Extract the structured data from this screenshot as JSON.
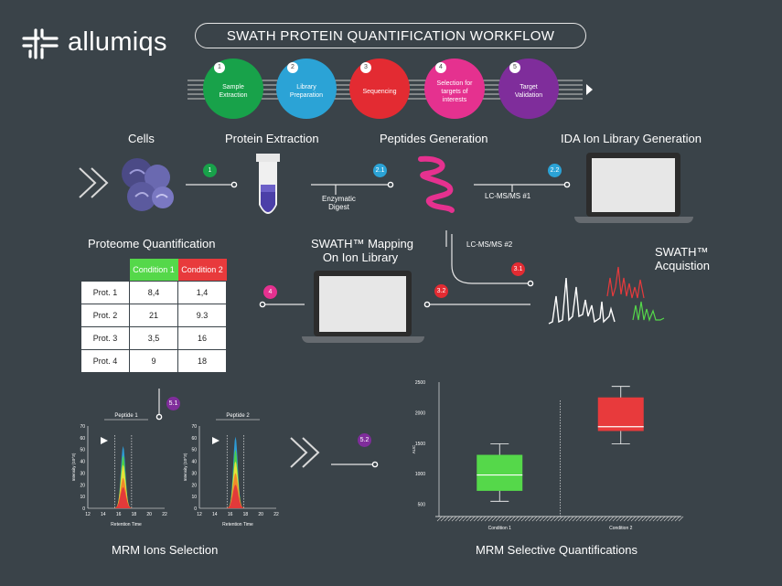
{
  "brand": {
    "name": "allumiqs"
  },
  "workflow": {
    "title": "SWATH PROTEIN QUANTIFICATION WORKFLOW",
    "steps": [
      {
        "num": "1",
        "label": "Sample Extraction",
        "color": "#18a24a"
      },
      {
        "num": "2",
        "label": "Library Preparation",
        "color": "#2ba3d6"
      },
      {
        "num": "3",
        "label": "Sequencing",
        "color": "#e32b32"
      },
      {
        "num": "4",
        "label": "Selection for targets of interests",
        "color": "#e5318f"
      },
      {
        "num": "5",
        "label": "Target Validation",
        "color": "#7f2d9b"
      }
    ]
  },
  "sections": {
    "cells": "Cells",
    "protein_extraction": "Protein Extraction",
    "peptides_generation": "Peptides Generation",
    "ida_library": "IDA Ion Library Generation",
    "proteome_quant": "Proteome Quantification",
    "swath_mapping_line1": "SWATH™ Mapping",
    "swath_mapping_line2": "On Ion Library",
    "swath_acq_line1": "SWATH™",
    "swath_acq_line2": "Acquistion",
    "mrm_ions": "MRM Ions Selection",
    "mrm_selective": "MRM Selective Quantifications"
  },
  "labels": {
    "enzymatic_line1": "Enzymatic",
    "enzymatic_line2": "Digest",
    "lcms1": "LC-MS/MS #1",
    "lcms2": "LC-MS/MS #2"
  },
  "badges": [
    {
      "id": "1",
      "color": "#18a24a"
    },
    {
      "id": "2.1",
      "color": "#2ba3d6"
    },
    {
      "id": "2.2",
      "color": "#2ba3d6"
    },
    {
      "id": "3.1",
      "color": "#e32b32"
    },
    {
      "id": "3.2",
      "color": "#e32b32"
    },
    {
      "id": "4",
      "color": "#e5318f"
    },
    {
      "id": "5.1",
      "color": "#7f2d9b"
    },
    {
      "id": "5.2",
      "color": "#7f2d9b"
    }
  ],
  "quant_table": {
    "headers": [
      "Condition 1",
      "Condition 2"
    ],
    "rows": [
      {
        "name": "Prot. 1",
        "c1": "8,4",
        "c2": "1,4"
      },
      {
        "name": "Prot. 2",
        "c1": "21",
        "c2": "9.3"
      },
      {
        "name": "Prot. 3",
        "c1": "3,5",
        "c2": "16"
      },
      {
        "name": "Prot. 4",
        "c1": "9",
        "c2": "18"
      }
    ]
  },
  "chart_data": [
    {
      "type": "area",
      "title": "Peptide 1",
      "xlabel": "Retention Time",
      "ylabel": "Intensity (10^3)",
      "xlim": [
        12,
        22
      ],
      "ylim": [
        0,
        70
      ],
      "x_ticks": [
        12,
        14,
        16,
        18,
        20,
        22
      ],
      "y_ticks": [
        0,
        10,
        20,
        30,
        40,
        50,
        60,
        70
      ],
      "peak_center": 16.6,
      "series": [
        {
          "values_peak": 53,
          "color": "#2e9bd6"
        },
        {
          "values_peak": 45,
          "color": "#4bcf4a"
        },
        {
          "values_peak": 37,
          "color": "#e5e23a"
        },
        {
          "values_peak": 26,
          "color": "#f08a2a"
        },
        {
          "values_peak": 18,
          "color": "#e23a3a"
        }
      ]
    },
    {
      "type": "area",
      "title": "Peptide 2",
      "xlabel": "Retention Time",
      "ylabel": "Intensity (10^3)",
      "xlim": [
        12,
        22
      ],
      "ylim": [
        0,
        70
      ],
      "x_ticks": [
        12,
        14,
        16,
        18,
        20,
        22
      ],
      "y_ticks": [
        0,
        10,
        20,
        30,
        40,
        50,
        60,
        70
      ],
      "peak_center": 16.7,
      "series": [
        {
          "values_peak": 61,
          "color": "#2e9bd6"
        },
        {
          "values_peak": 50,
          "color": "#4bcf4a"
        },
        {
          "values_peak": 40,
          "color": "#e5e23a"
        },
        {
          "values_peak": 30,
          "color": "#f08a2a"
        },
        {
          "values_peak": 20,
          "color": "#e23a3a"
        }
      ]
    },
    {
      "type": "box",
      "ylabel": "AUC",
      "ylim": [
        300,
        2500
      ],
      "y_ticks": [
        500,
        1000,
        1500,
        2000,
        2500
      ],
      "categories": [
        "Condition 1",
        "Condition 2"
      ],
      "boxes": [
        {
          "name": "Condition 1",
          "min": 550,
          "q1": 720,
          "median": 980,
          "q3": 1310,
          "max": 1490,
          "color": "#55d84a"
        },
        {
          "name": "Condition 2",
          "min": 1490,
          "q1": 1700,
          "median": 1770,
          "q3": 2250,
          "max": 2430,
          "color": "#e83a3c"
        }
      ]
    }
  ]
}
